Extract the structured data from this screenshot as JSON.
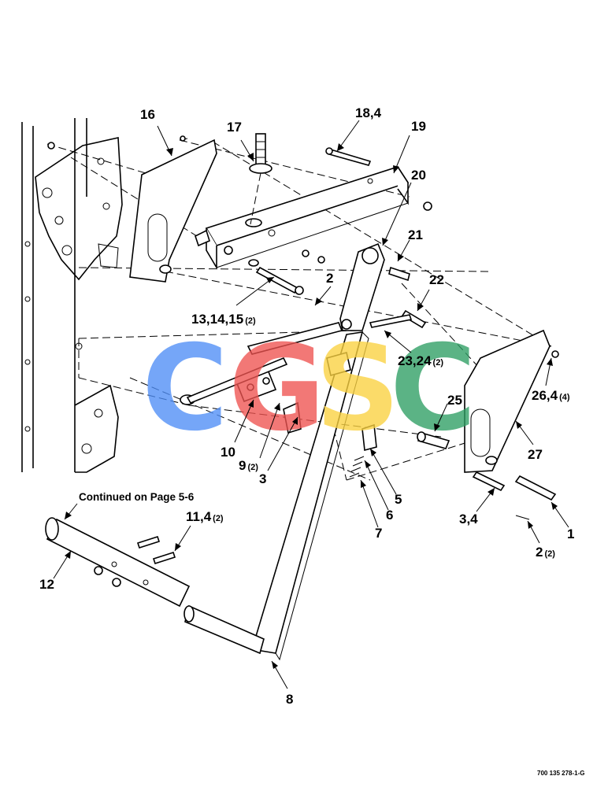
{
  "callouts": [
    {
      "id": "16",
      "text": "16"
    },
    {
      "id": "17",
      "text": "17"
    },
    {
      "id": "18",
      "text": "18,4"
    },
    {
      "id": "19",
      "text": "19"
    },
    {
      "id": "20",
      "text": "20"
    },
    {
      "id": "21",
      "text": "21"
    },
    {
      "id": "22",
      "text": "22"
    },
    {
      "id": "2a",
      "text": "2"
    },
    {
      "id": "13",
      "text": "13,14,15",
      "qty": "(2)"
    },
    {
      "id": "23",
      "text": "23,24",
      "qty": "(2)"
    },
    {
      "id": "26",
      "text": "26,4",
      "qty": "(4)"
    },
    {
      "id": "25",
      "text": "25"
    },
    {
      "id": "27",
      "text": "27"
    },
    {
      "id": "10",
      "text": "10"
    },
    {
      "id": "9",
      "text": "9",
      "qty": "(2)"
    },
    {
      "id": "3a",
      "text": "3"
    },
    {
      "id": "5",
      "text": "5"
    },
    {
      "id": "6",
      "text": "6"
    },
    {
      "id": "7",
      "text": "7"
    },
    {
      "id": "34",
      "text": "3,4"
    },
    {
      "id": "1",
      "text": "1"
    },
    {
      "id": "2b",
      "text": "2",
      "qty": "(2)"
    },
    {
      "id": "11",
      "text": "11,4",
      "qty": "(2)"
    },
    {
      "id": "12",
      "text": "12"
    },
    {
      "id": "8",
      "text": "8"
    }
  ],
  "note": "Continued on Page 5-6",
  "figure_ref": "700 135 278-1-G",
  "watermark": {
    "letters": [
      "C",
      "G",
      "S",
      "C"
    ],
    "colors": [
      "#4f8ef7",
      "#ef5350",
      "#fbd240",
      "#2e9e63"
    ]
  }
}
